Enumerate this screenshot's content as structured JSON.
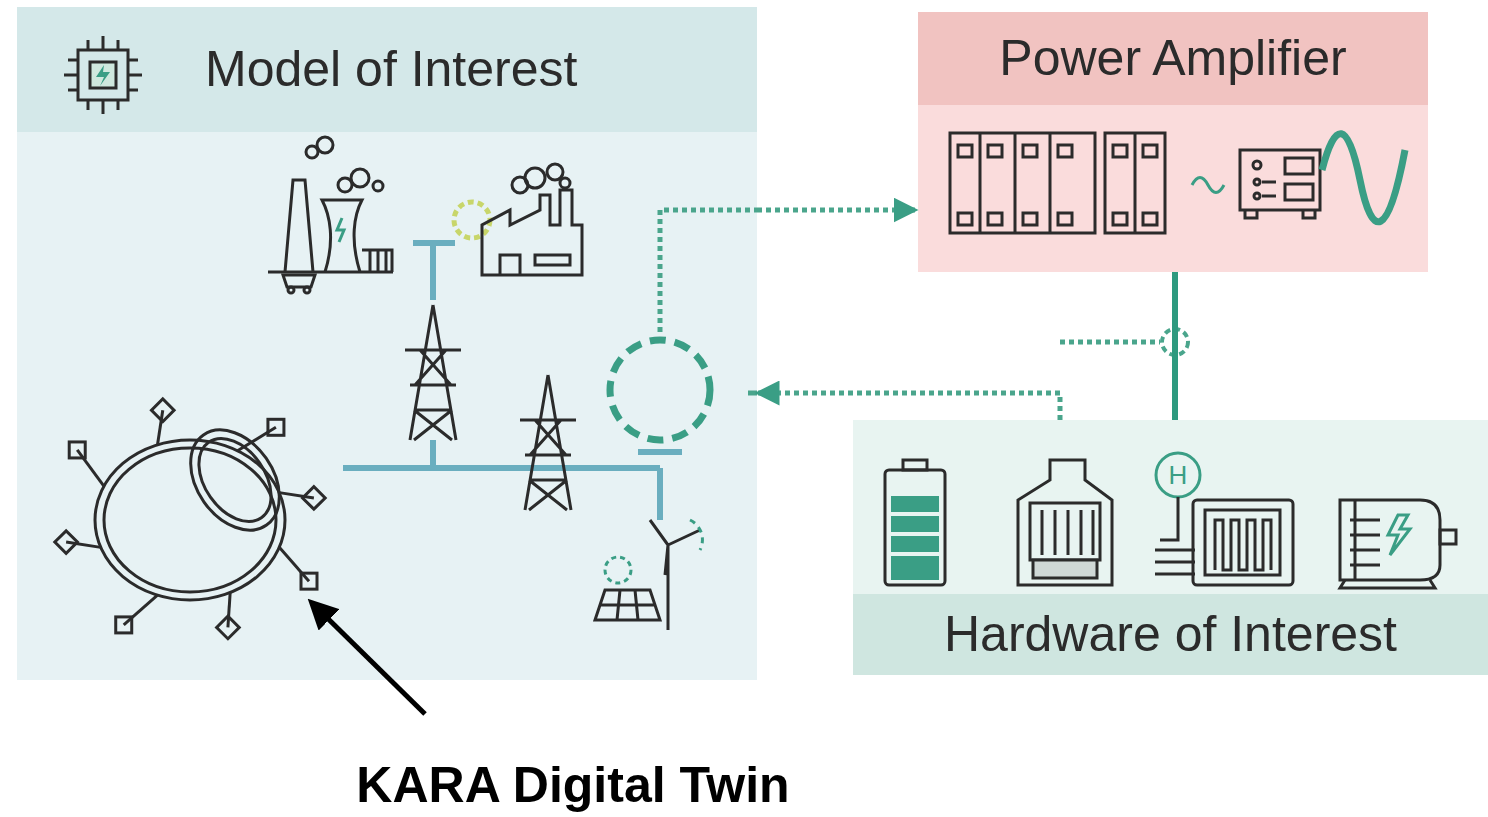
{
  "diagram": {
    "nodes": [
      {
        "text": [
          "Model of Interest"
        ]
      },
      {
        "text": [
          "Power Amplifier"
        ]
      },
      {
        "text": [
          "Hardware of Interest"
        ]
      }
    ],
    "edges": [
      {
        "from": 0,
        "to": 1,
        "arrow": "to"
      },
      {
        "from": 1,
        "to": 2,
        "arrow": "none"
      },
      {
        "from": 2,
        "to": 0,
        "arrow": "to"
      }
    ],
    "labels": [
      "H",
      "KARA Digital Twin"
    ]
  }
}
